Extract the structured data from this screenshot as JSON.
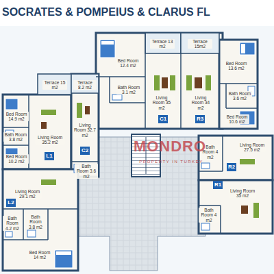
{
  "diagram": {
    "title": "SOCRATES & POMPEIUS & CLARUS FL",
    "nodes": [
      {
        "text": [
          "Terrace 13 m2"
        ]
      },
      {
        "text": [
          "Terrace 15m2"
        ]
      },
      {
        "text": [
          "Bed Room 12.4 m2"
        ]
      },
      {
        "text": [
          "Bed Room 13.6 m2"
        ]
      },
      {
        "text": [
          "Terrace 15 m2"
        ]
      },
      {
        "text": [
          "Terrace 8.2 m2"
        ]
      },
      {
        "text": [
          "Bath Room 3.1 m2"
        ]
      },
      {
        "text": [
          "Bath Room 3.6 m2"
        ]
      },
      {
        "text": [
          "Living Room 35 m2"
        ]
      },
      {
        "text": [
          "C1"
        ]
      },
      {
        "text": [
          "Living Room 34 m2"
        ]
      },
      {
        "text": [
          "R3"
        ]
      },
      {
        "text": [
          "Bed Room 14.9 m2"
        ]
      },
      {
        "text": [
          "Bed Room 10.6 m2"
        ]
      },
      {
        "text": [
          "Bath Room 3.8 m2"
        ]
      },
      {
        "text": [
          "Living Room 35.2 m2"
        ]
      },
      {
        "text": [
          "Living Room 32.7 m2"
        ]
      },
      {
        "text": [
          "C2"
        ]
      },
      {
        "text": [
          "L1"
        ]
      },
      {
        "text": [
          "Bed Room 10.2 m2"
        ]
      },
      {
        "text": [
          "Living Room 27.5 m2"
        ]
      },
      {
        "text": [
          "R2"
        ]
      },
      {
        "text": [
          "Bath Room 4 m2"
        ]
      },
      {
        "text": [
          "Bath Room 3.6 m2"
        ]
      },
      {
        "text": [
          "Living Room 29.1 m2"
        ]
      },
      {
        "text": [
          "L2"
        ]
      },
      {
        "text": [
          "R1"
        ]
      },
      {
        "text": [
          "Living Room 35 m2"
        ]
      },
      {
        "text": [
          "Bath Room 4 m2"
        ]
      },
      {
        "text": [
          "Bath Room 4.2 m2"
        ]
      },
      {
        "text": [
          "Bath Room 3.8 m2"
        ]
      },
      {
        "text": [
          "Bed Room 14 m2"
        ]
      }
    ],
    "labels": [
      "MONDRO",
      "PROPERTY IN TURKEY"
    ]
  }
}
